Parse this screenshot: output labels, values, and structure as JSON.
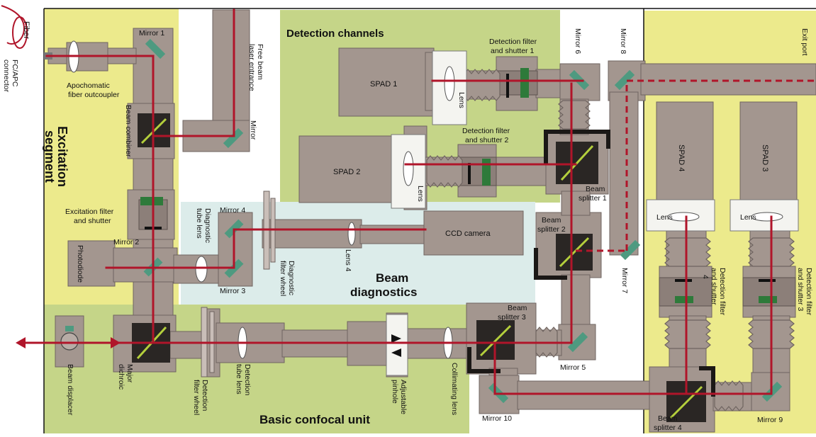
{
  "colors": {
    "background": "#ffffff",
    "yellow_panel": "#ecea8c",
    "green_panel": "#c5d588",
    "blue_panel": "#dcecea",
    "tube_gray": "#a3968f",
    "tube_dark": "#8c7f79",
    "beam_red": "#b0152a",
    "mirror_green": "#4e9a80",
    "filter_green": "#2e7a3a",
    "cube_dark": "#2a2624",
    "splitter_line": "#b4cf3c"
  },
  "panel_titles": {
    "detection": "Detection channels",
    "beam_diagnostics_1": "Beam",
    "beam_diagnostics_2": "diagnostics",
    "basic_confocal": "Basic confocal unit",
    "excitation_1": "Excitation",
    "excitation_2": "segment"
  },
  "labels": {
    "fiber": "Fiber",
    "fc_apc_1": "FC/APC",
    "fc_apc_2": "connector",
    "mirror_1": "Mirror 1",
    "apochromatic_1": "Apochomatic",
    "apochromatic_2": "fiber outcoupler",
    "beam_combiner": "Beam combiner",
    "free_beam_1": "Free beam",
    "free_beam_2": "laser entrance",
    "mirror": "Mirror",
    "excitation_filter_1": "Excitation filter",
    "excitation_filter_2": "and shutter",
    "photodiode": "Photodiode",
    "mirror_2": "Mirror 2",
    "diagnostic_tube_1": "Diagnostic",
    "diagnostic_tube_2": "tube lens",
    "mirror_4": "Mirror 4",
    "mirror_3": "Mirror 3",
    "diagnostic_wheel_1": "Diagnostic",
    "diagnostic_wheel_2": "filter wheel",
    "lens_4": "Lens 4",
    "ccd_camera": "CCD camera",
    "spad_1": "SPAD 1",
    "spad_2": "SPAD 2",
    "spad_3": "SPAD 3",
    "spad_4": "SPAD 4",
    "lens": "Lens",
    "det_filter_1a": "Detection filter",
    "det_filter_1b": "and shutter 1",
    "det_filter_2a": "Detection filter",
    "det_filter_2b": "and shutter 2",
    "det_filter_3a": "Detection filter",
    "det_filter_3b": "and shutter 3",
    "det_filter_4a": "Detection filter",
    "det_filter_4b": "and shutter",
    "det_filter_4c": "4",
    "mirror_5": "Mirror 5",
    "mirror_6": "Mirror 6",
    "mirror_7": "Mirror 7",
    "mirror_8": "Mirror 8",
    "mirror_9": "Mirror 9",
    "mirror_10": "Mirror 10",
    "exit_port": "Exit port",
    "bs1_a": "Beam",
    "bs1_b": "splitter 1",
    "bs2_a": "Beam",
    "bs2_b": "splitter 2",
    "bs3_a": "Beam",
    "bs3_b": "splitter 3",
    "bs4_a": "Beam",
    "bs4_b": "splitter 4",
    "beam_displacer": "Beam displacer",
    "major_dichroic_1": "Major",
    "major_dichroic_2": "dichroic",
    "detection_wheel_1": "Detection",
    "detection_wheel_2": "filter wheel",
    "detection_tube_1": "Detection",
    "detection_tube_2": "tube lens",
    "adjustable_1": "Adjustable",
    "adjustable_2": "pinhole",
    "collimating_lens": "Collimating lens"
  }
}
